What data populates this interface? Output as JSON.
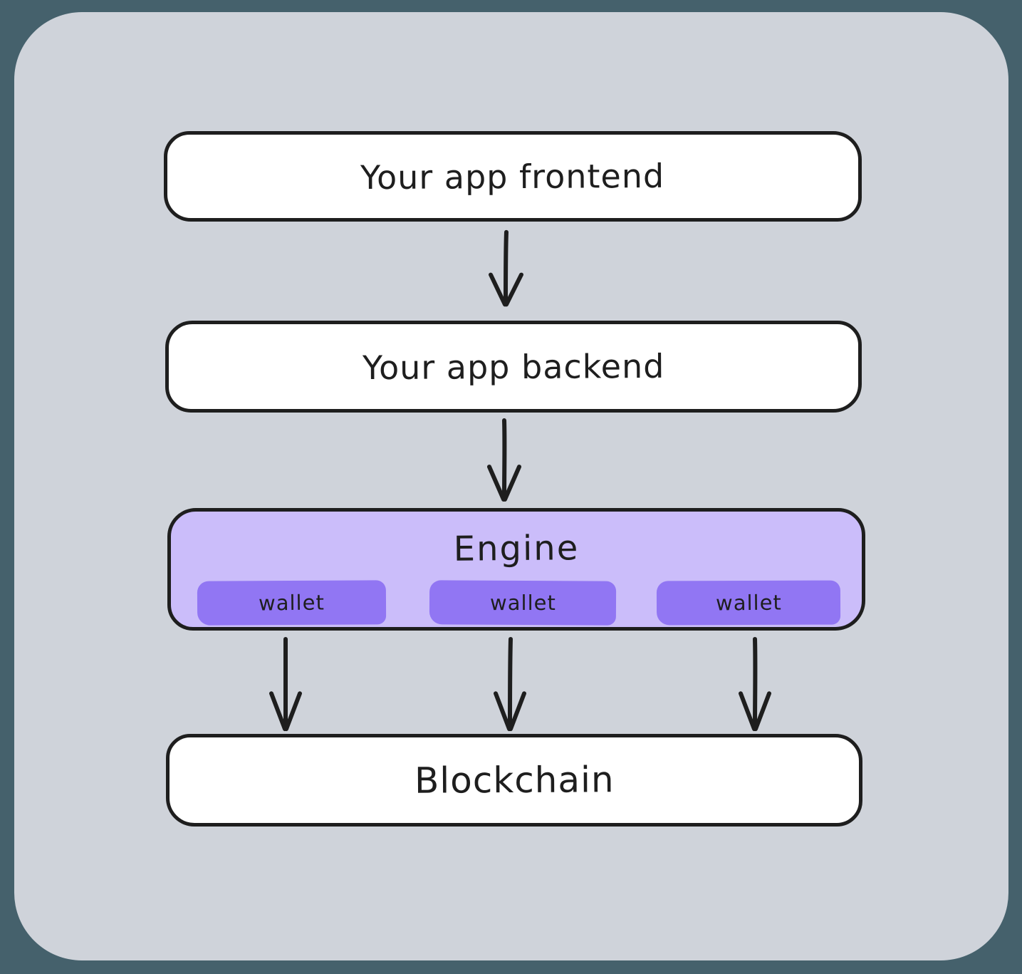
{
  "diagram": {
    "nodes": {
      "frontend": {
        "label": "Your app frontend"
      },
      "backend": {
        "label": "Your app backend"
      },
      "engine": {
        "label": "Engine",
        "wallets": [
          {
            "label": "wallet"
          },
          {
            "label": "wallet"
          },
          {
            "label": "wallet"
          }
        ]
      },
      "blockchain": {
        "label": "Blockchain"
      }
    },
    "connections": [
      {
        "from": "frontend",
        "to": "backend"
      },
      {
        "from": "backend",
        "to": "engine"
      },
      {
        "from": "engine-wallet-1",
        "to": "blockchain"
      },
      {
        "from": "engine-wallet-2",
        "to": "blockchain"
      },
      {
        "from": "engine-wallet-3",
        "to": "blockchain"
      }
    ],
    "colors": {
      "outer_background": "#45616c",
      "canvas_background": "#cfd3da",
      "node_fill": "#ffffff",
      "engine_fill": "#cbbdfa",
      "wallet_fill": "#9176f3",
      "stroke": "#1e1e1e"
    }
  }
}
